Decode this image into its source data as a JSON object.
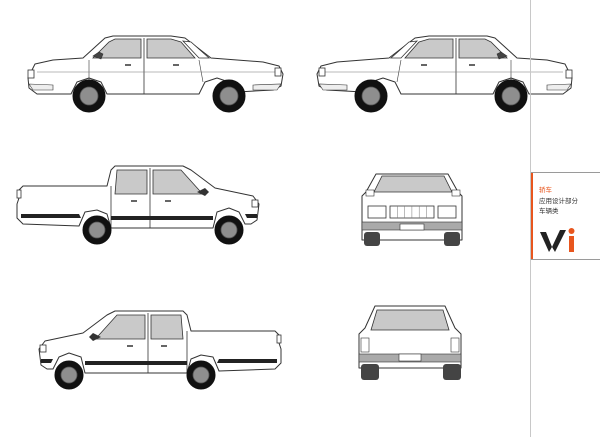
{
  "panel": {
    "title": "轿车",
    "line1": "应用设计部分",
    "line2": "车辆类",
    "accent_color": "#e8561e",
    "logo_text": "vi"
  },
  "views": [
    {
      "name": "sedan-side-left",
      "kind": "sedan-side",
      "mirror": false
    },
    {
      "name": "sedan-side-right",
      "kind": "sedan-side",
      "mirror": true
    },
    {
      "name": "pickup-side-right",
      "kind": "pickup-side",
      "mirror": false
    },
    {
      "name": "pickup-front",
      "kind": "front",
      "mirror": false
    },
    {
      "name": "pickup-side-left",
      "kind": "pickup-side",
      "mirror": true
    },
    {
      "name": "pickup-rear",
      "kind": "rear",
      "mirror": false
    }
  ],
  "colors": {
    "body": "#ffffff",
    "outline": "#333333",
    "glass": "#c9c9c9",
    "tire": "#111111",
    "rim": "#8e8e8e",
    "stripe": "#222222",
    "bumper": "#aaaaaa"
  }
}
